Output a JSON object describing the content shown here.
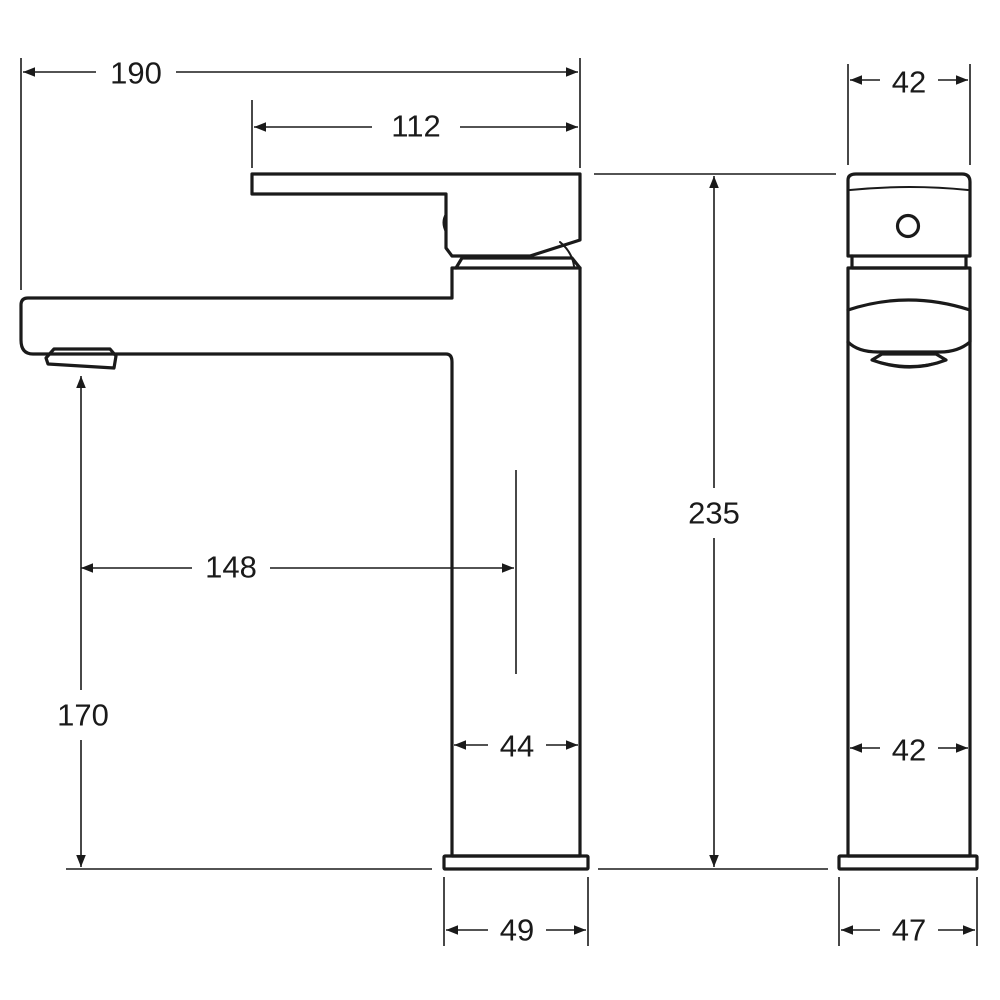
{
  "dimensions": {
    "overall_width": "190",
    "lever_length": "112",
    "side_top_width": "42",
    "overall_height": "235",
    "spout_reach": "148",
    "spout_height": "170",
    "body_width": "44",
    "side_body_width": "42",
    "base_width": "49",
    "side_base_width": "47"
  },
  "colors": {
    "line": "#1a1a1a",
    "background": "#ffffff"
  }
}
